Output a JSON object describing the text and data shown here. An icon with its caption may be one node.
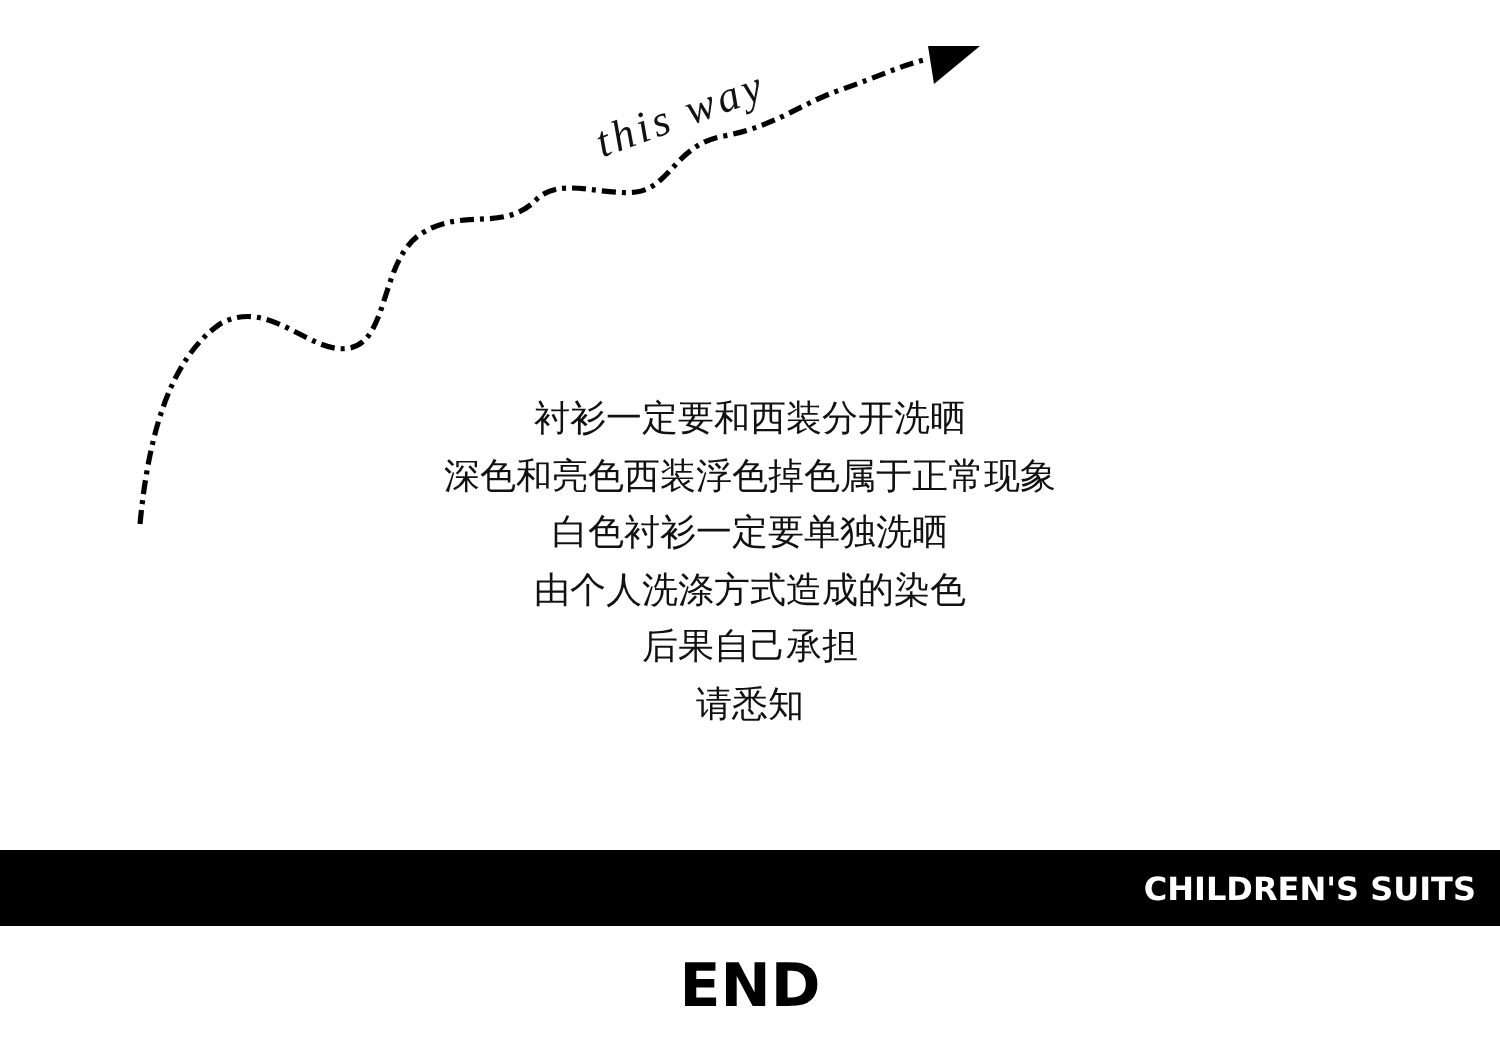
{
  "diagram": {
    "nodes": [
      {
        "text": [
          "CHILDREN'S SUITS"
        ]
      }
    ],
    "labels": [
      "this way",
      "衬衫一定要和西装分开洗晒",
      "深色和亮色西装浮色掉色属于正常现象",
      "白色衬衫一定要单独洗晒",
      "由个人洗涤方式造成的染色",
      "后果自己承担",
      "请悉知",
      "END"
    ]
  }
}
